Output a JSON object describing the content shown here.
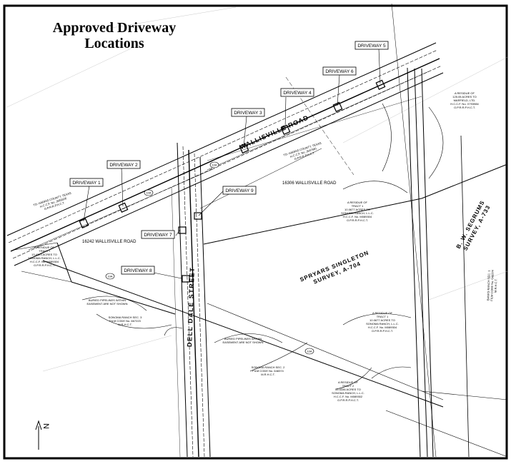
{
  "title": {
    "line1": "Approved Driveway",
    "line2": "Locations"
  },
  "driveways": [
    {
      "label": "DRIVEWAY 1"
    },
    {
      "label": "DRIVEWAY 2"
    },
    {
      "label": "DRIVEWAY 3"
    },
    {
      "label": "DRIVEWAY 4"
    },
    {
      "label": "DRIVEWAY 5"
    },
    {
      "label": "DRIVEWAY 6"
    },
    {
      "label": "DRIVEWAY 7"
    },
    {
      "label": "DRIVEWAY 8"
    },
    {
      "label": "DRIVEWAY 9"
    }
  ],
  "streets": {
    "wallisville_road": "WALLISVILLE ROAD",
    "dell_dale_street": "DELL DALE STREET",
    "address_16306": "16306 WALLISVILLE ROAD",
    "address_16242": "16242 WALLISVILLE ROAD"
  },
  "surveys": {
    "spryars": {
      "line1": "SPRYARS SINGLETON",
      "line2": "SURVEY, A-704"
    },
    "segrums": {
      "line1": "B. W. SEGRUMS",
      "line2": "SURVEY, A-733"
    }
  },
  "tracts": {
    "harris_county_left": [
      "TO: HARRIS COUNTY, TEXAS",
      "H.C.C.F. No. J683026",
      "O.P.R.R.P.H.C.T."
    ],
    "harris_county_top": [
      "TO: HARRIS COUNTY, TEXAS",
      "H.C.C.F. No. J647681",
      "O.P.R.R.P.H.C.T."
    ],
    "tract_a": [
      "A RESIDUE OF",
      "TRACT I",
      "13.4323 ACRES TO",
      "SONOMA RANCH, L.L.C.",
      "H.C.C.F. No. M089304",
      "O.P.R.R.P.H.C.T."
    ],
    "tract_b": [
      "A RESIDUE OF",
      "TRACT 1",
      "10.0677 ACRES TO",
      "SONOMA RANCH, L.L.C.",
      "H.C.C.F. No. M089304",
      "O.P.R.R.P.H.C.T."
    ],
    "tract_c": [
      "A RESIDUE OF",
      "TRACT 1",
      "10.0677 ACRES TO",
      "SONOMA RANCH, L.L.C.",
      "H.C.C.F. No. M089304",
      "O.P.R.R.P.H.C.T."
    ],
    "tract_d": [
      "A RESIDUE OF",
      "TRACT 2",
      "55.5336 ACRES TO",
      "SONOMA RANCH, L.L.C.",
      "H.C.C.F. No. M089302",
      "O.P.R.R.P.H.C.T."
    ],
    "tract_e": [
      "A RESIDUE OF",
      "125.05 ACRES TO",
      "MARFIELD, LTD.",
      "H.C.C.F. No. X793984",
      "O.P.R.R.P.H.C.T."
    ],
    "sonoma_sec1": [
      "SONOMA RANCH SEC. 3",
      "FILM CODE No. 667223",
      "M.R.H.C.T."
    ],
    "sonoma_sec2": [
      "SONOMA RANCH SEC. 2",
      "FILM CODE No. 648374",
      "M.R.H.C.T."
    ],
    "banks_right": [
      "BANKS RANCH SEC. 1",
      "FILM CODE No. 648374",
      "M.R.H.C.T."
    ]
  },
  "notes": {
    "buried_pipeline_1": [
      "BURIED PIPELINES WITHIN",
      "EASEMENT ARE NOT SHOWN"
    ],
    "buried_pipeline_2": [
      "BURIED PIPELINES WITHIN",
      "EASEMENT ARE NOT SHOWN"
    ]
  },
  "callouts": [
    "10A",
    "10A",
    "10A",
    "10A"
  ],
  "north_arrow": "N"
}
